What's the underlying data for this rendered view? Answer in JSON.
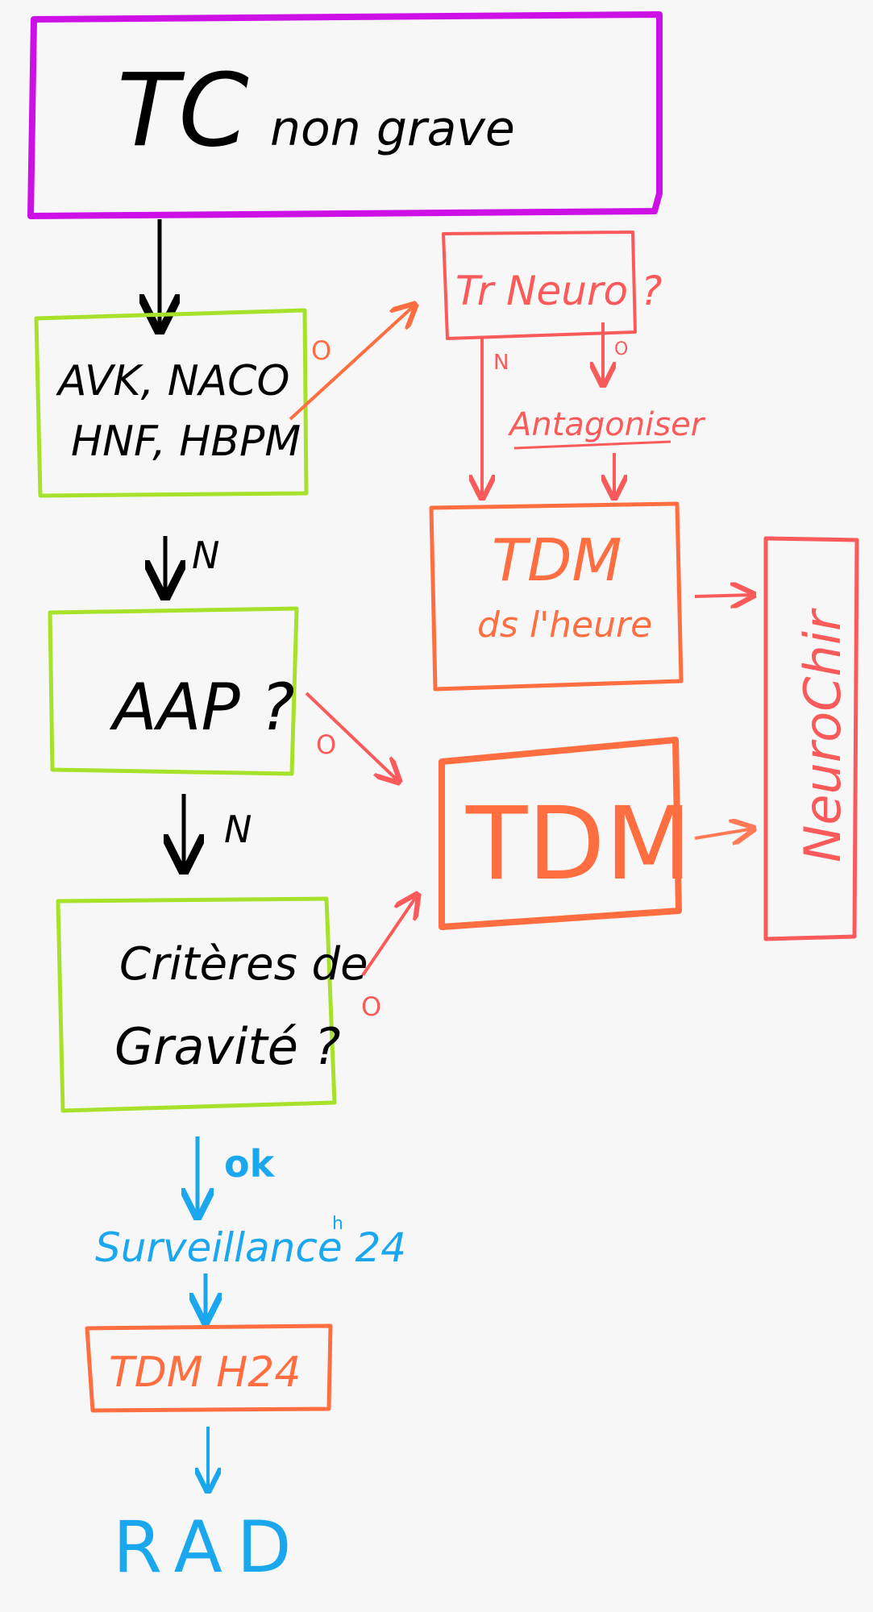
{
  "colors": {
    "background": "#f7f7f8",
    "purple": "#cc10e6",
    "green": "#a6e22a",
    "black": "#000000",
    "orange": "#ff6e40",
    "red": "#fa5a5a",
    "coral": "#ff7a55",
    "blue": "#1aa7ee"
  },
  "title": {
    "main": "TC",
    "sub": "non grave"
  },
  "boxes": {
    "anticoag": {
      "line1": "AVK, NACO",
      "line2": "HNF, HBPM"
    },
    "aap": "AAP ?",
    "gravite": {
      "line1": "Critères de",
      "line2": "Gravité ?"
    },
    "trneuro": "Tr Neuro ?",
    "tdm_hour": {
      "line1": "TDM",
      "line2": "ds l'heure"
    },
    "tdm": "TDM",
    "neurochir": "NeuroChir",
    "tdm_h24": "TDM H24"
  },
  "labels": {
    "o_anticoag": "O",
    "n_anticoag": "N",
    "o_aap": "O",
    "n_aap": "N",
    "o_gravite": "O",
    "n_trneuro": "N",
    "o_trneuro": "O",
    "antagoniser": "Antagoniser",
    "ok": "ok",
    "surveillance": "Surveillance 24",
    "surveillance_sup": "h",
    "rad": "RAD"
  }
}
